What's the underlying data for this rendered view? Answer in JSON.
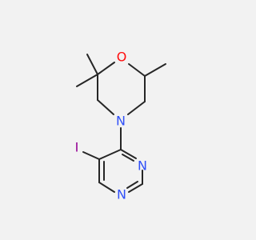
{
  "molecule": {
    "atoms": {
      "O": {
        "label": "O",
        "color": "#ff0d0d"
      },
      "N": {
        "label": "N",
        "color": "#3050f8"
      },
      "I": {
        "label": "I",
        "color": "#940094"
      },
      "N1": {
        "label": "N",
        "color": "#3050f8"
      },
      "N2": {
        "label": "N",
        "color": "#3050f8"
      }
    },
    "bond_color": "#262626",
    "background": "#f2f2f2"
  }
}
